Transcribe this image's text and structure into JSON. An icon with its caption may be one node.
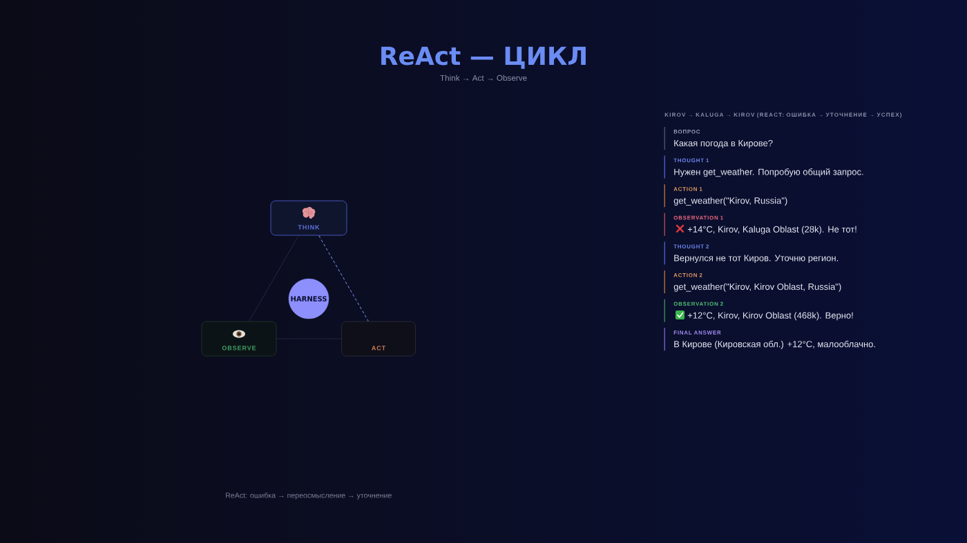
{
  "diagram": {
    "title": "ReAct — ЦИКЛ",
    "nodes": [
      {
        "text": [
          "THINK"
        ]
      },
      {
        "text": [
          "HARNESS"
        ]
      },
      {
        "text": [
          "OBSERVE"
        ]
      },
      {
        "text": [
          "ACT"
        ]
      }
    ],
    "edges": [
      {
        "from": 0,
        "to": 3,
        "arrow": "none",
        "style": "dashed",
        "color": "#6f86e0"
      },
      {
        "from": 3,
        "to": 2,
        "arrow": "none"
      },
      {
        "from": 2,
        "to": 0,
        "arrow": "none"
      }
    ],
    "labels": [
      "Think → Act → Observe",
      "KIROV → KALUGA → KIROV (REACT: ОШИБКА → УТОЧНЕНИЕ → УСПЕХ)",
      "ВОПРОС",
      "Какая погода в Кирове?",
      "THOUGHT 1",
      "Нужен get_weather. Попробую общий запрос.",
      "ACTION 1",
      "get_weather(\"Kirov, Russia\")",
      "OBSERVATION 1",
      "+14°C, Kirov, Kaluga Oblast (28k). Не тот!",
      "THOUGHT 2",
      "Вернулся не тот Киров. Уточню регион.",
      "ACTION 2",
      "get_weather(\"Kirov, Kirov Oblast, Russia\")",
      "OBSERVATION 2",
      "+12°C, Kirov, Kirov Oblast (468k). Верно!",
      "FINAL ANSWER",
      "В Кирове (Кировская обл.) +12°C, малооблачно.",
      "ReAct: ошибка → переосмысление → уточнение"
    ]
  }
}
